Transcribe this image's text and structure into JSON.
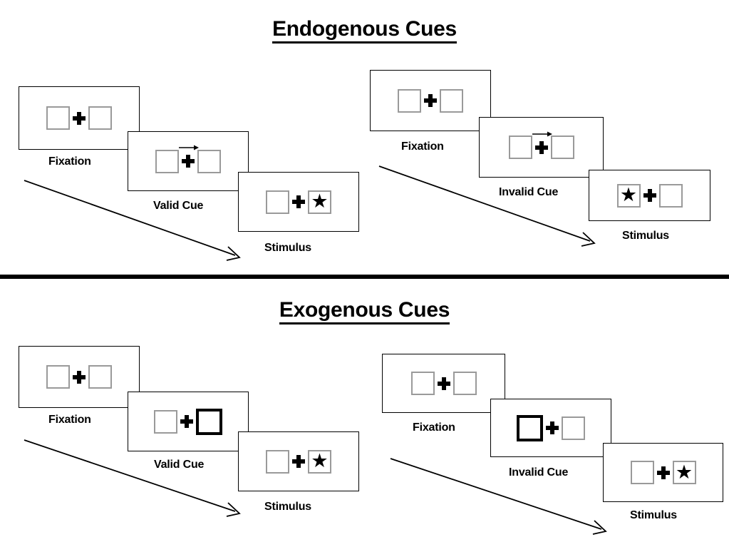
{
  "sections": [
    {
      "id": "endogenous",
      "title": "Endogenous Cues",
      "trials": [
        {
          "id": "endogenous-valid",
          "cue_type": "arrow-cue-icon",
          "stages": [
            {
              "label": "Fixation",
              "left_box": "empty",
              "right_box": "empty",
              "cue": "none"
            },
            {
              "label": "Valid Cue",
              "left_box": "empty",
              "right_box": "empty",
              "cue": "arrow-right-icon"
            },
            {
              "label": "Stimulus",
              "left_box": "empty",
              "right_box": "star",
              "cue": "none"
            }
          ]
        },
        {
          "id": "endogenous-invalid",
          "cue_type": "arrow-cue-icon",
          "stages": [
            {
              "label": "Fixation",
              "left_box": "empty",
              "right_box": "empty",
              "cue": "none"
            },
            {
              "label": "Invalid Cue",
              "left_box": "empty",
              "right_box": "empty",
              "cue": "arrow-right-icon"
            },
            {
              "label": "Stimulus",
              "left_box": "star",
              "right_box": "empty",
              "cue": "none"
            }
          ]
        }
      ]
    },
    {
      "id": "exogenous",
      "title": "Exogenous Cues",
      "trials": [
        {
          "id": "exogenous-valid",
          "cue_type": "box-highlight-icon",
          "stages": [
            {
              "label": "Fixation",
              "left_box": "empty",
              "right_box": "empty",
              "cue": "none"
            },
            {
              "label": "Valid Cue",
              "left_box": "empty",
              "right_box": "thick",
              "cue": "none"
            },
            {
              "label": "Stimulus",
              "left_box": "empty",
              "right_box": "star",
              "cue": "none"
            }
          ]
        },
        {
          "id": "exogenous-invalid",
          "cue_type": "box-highlight-icon",
          "stages": [
            {
              "label": "Fixation",
              "left_box": "empty",
              "right_box": "empty",
              "cue": "none"
            },
            {
              "label": "Invalid Cue",
              "left_box": "thick",
              "right_box": "empty",
              "cue": "none"
            },
            {
              "label": "Stimulus",
              "left_box": "empty",
              "right_box": "star",
              "cue": "none"
            }
          ]
        }
      ]
    }
  ],
  "labels": {
    "fixation": "Fixation",
    "valid_cue": "Valid Cue",
    "invalid_cue": "Invalid Cue",
    "stimulus": "Stimulus"
  },
  "glyphs": {
    "star": "★",
    "plus": "✚",
    "arrow": "→"
  },
  "colors": {
    "ink": "#000000",
    "box_border": "#9a9a9a",
    "panel_border": "#000000",
    "background": "#ffffff"
  }
}
